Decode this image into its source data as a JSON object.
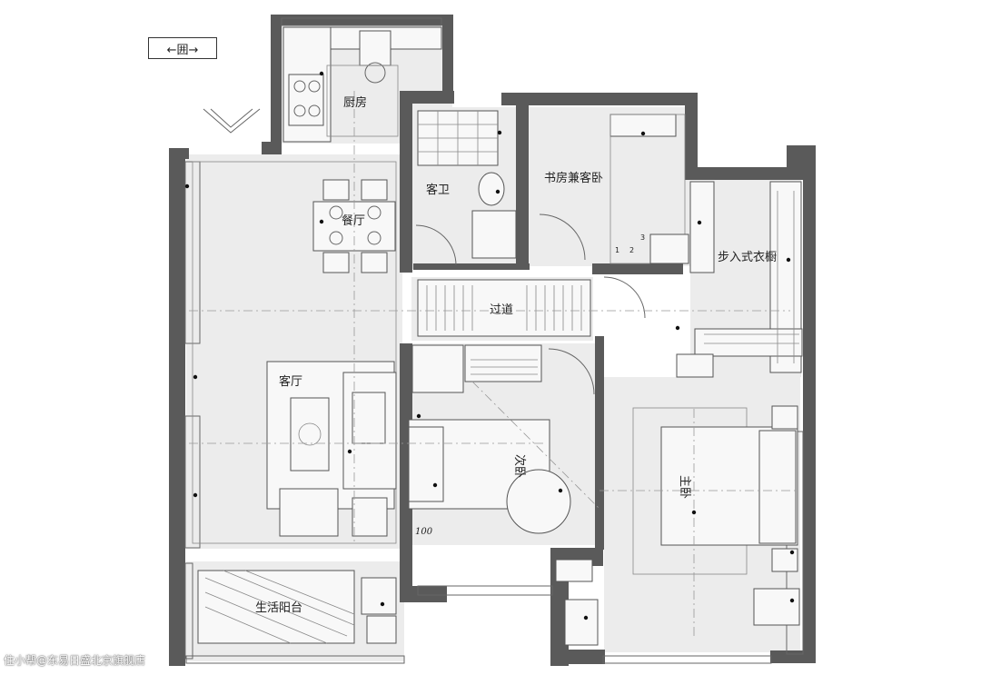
{
  "compass": {
    "label": "←囲→"
  },
  "rooms": {
    "kitchen": "厨房",
    "guest_bath": "客卫",
    "study": "书房兼客卧",
    "dining": "餐厅",
    "corridor": "过道",
    "walkin": "步入式衣橱",
    "living": "客厅",
    "second_bed": "次卧",
    "master_bed": "主卧",
    "balcony": "生活阳台"
  },
  "annotations": {
    "dim_100": "100",
    "step_1": "1",
    "step_2": "2",
    "step_3": "3"
  },
  "watermark": "住小帮@东易日盛北京旗舰店",
  "colors": {
    "wall": "#5a5a5a",
    "floor": "#ececec",
    "line": "#666666"
  }
}
